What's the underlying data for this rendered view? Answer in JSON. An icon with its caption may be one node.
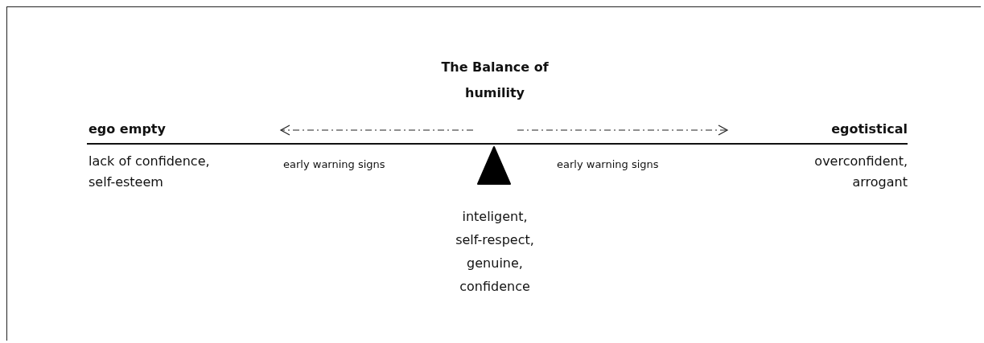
{
  "diagram": {
    "title": "The Balance of humility",
    "labels": [
      "ego empty",
      "egotistical",
      "lack of confidence, self-esteem",
      "early warning signs",
      "early warning signs",
      "overconfident, arrogant",
      "inteligent, self-respect, genuine, confidence"
    ]
  }
}
